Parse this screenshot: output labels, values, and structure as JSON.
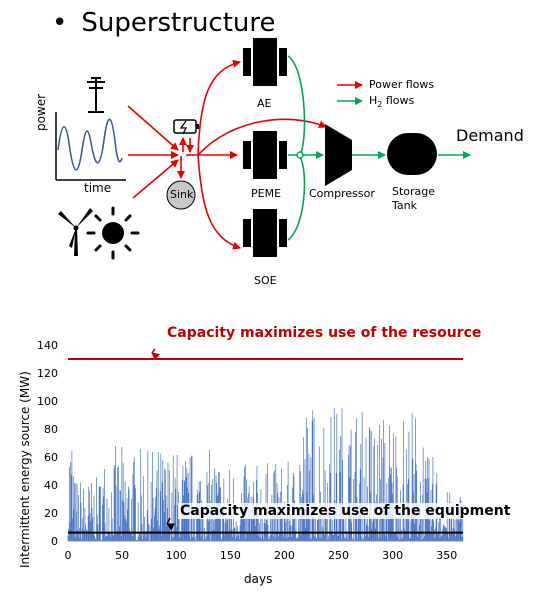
{
  "title": "Superstructure",
  "diagram": {
    "power_axis": "power",
    "time_axis": "time",
    "sink": "Sink",
    "units": {
      "ae": "AE",
      "peme": "PEME",
      "soe": "SOE"
    },
    "compressor": "Compressor",
    "storage": "Storage Tank",
    "demand": "Demand",
    "legend": {
      "power": "Power flows",
      "h2_prefix": "H",
      "h2_sub": "2",
      "h2_suffix": " flows"
    },
    "colors": {
      "power": "#e60000",
      "h2": "#00a651",
      "unit": "#000000"
    },
    "icons": [
      "power-tower-icon",
      "battery-icon",
      "wind-turbine-icon",
      "sun-icon"
    ]
  },
  "chart_data": {
    "type": "bar",
    "ylabel": "Intermittent energy source (MW)",
    "xlabel": "days",
    "xlim": [
      0,
      365
    ],
    "ylim": [
      0,
      140
    ],
    "xticks": [
      "0",
      "50",
      "100",
      "150",
      "200",
      "250",
      "300",
      "350"
    ],
    "yticks": [
      "0",
      "20",
      "40",
      "60",
      "80",
      "100",
      "120",
      "140"
    ],
    "series_color": "#4472c4",
    "reference_lines": [
      {
        "value": 130,
        "color": "#c00000",
        "label": "Capacity maximizes use of the resource"
      },
      {
        "value": 6,
        "color": "#000000",
        "label": "Capacity maximizes use of the equipment"
      }
    ]
  }
}
